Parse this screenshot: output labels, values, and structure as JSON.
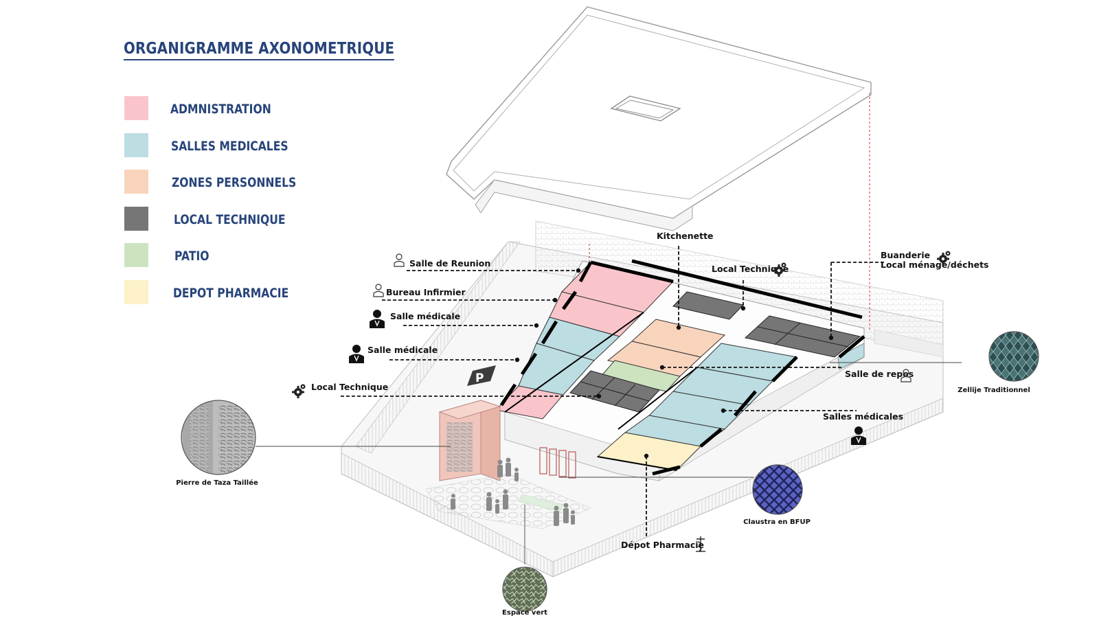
{
  "title": "ORGANIGRAMME AXONOMETRIQUE",
  "legend": [
    {
      "label": "ADMNISTRATION",
      "color": "#f9c5cb"
    },
    {
      "label": "SALLES MEDICALES",
      "color": "#bcdde2"
    },
    {
      "label": "ZONES PERSONNELS",
      "color": "#f9d4bd"
    },
    {
      "label": "LOCAL TECHNIQUE",
      "color": "#767676"
    },
    {
      "label": "PATIO",
      "color": "#cde3c0"
    },
    {
      "label": "DEPOT PHARMACIE",
      "color": "#fcf1c8"
    }
  ],
  "labels": {
    "salle_reunion": "Salle de Reunion",
    "bureau_infirmier": "Bureau Infirmier",
    "salle_medicale_1": "Salle médicale",
    "salle_medicale_2": "Salle médicale",
    "local_technique_left": "Local Technique",
    "kitchenette": "Kitchenette",
    "local_technique_top": "Local Technique",
    "buanderie": "Buanderie",
    "local_menage": "Local ménage/déchets",
    "salle_repos": "Salle de repos",
    "salles_medicales": "Salles médicales",
    "depot_pharmacie": "Dépot Pharmacie"
  },
  "materials": {
    "pierre_taza": "Pierre de Taza Taillée",
    "zellije": "Zellije Traditionnel",
    "claustra": "Claustra en BFUP",
    "espace_vert": "Espace vert"
  },
  "parking_sign": "P"
}
